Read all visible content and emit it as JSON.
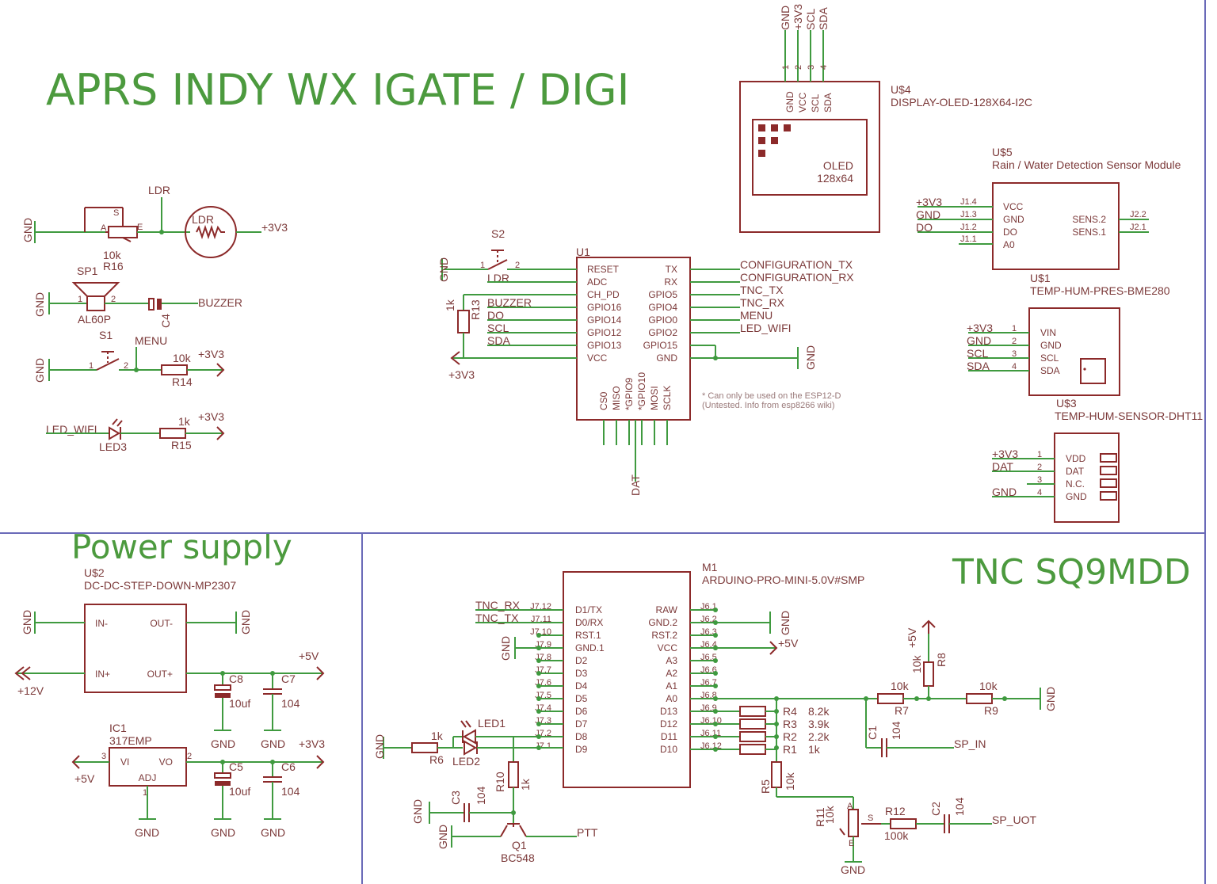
{
  "titles": {
    "main": "APRS INDY WX IGATE / DIGI",
    "power": "Power  supply",
    "tnc": "TNC SQ9MDD"
  },
  "nets": {
    "gnd": "GND",
    "v33": "+3V3",
    "v5": "+5V",
    "v12": "+12V",
    "ldr": "LDR",
    "buzzer": "BUZZER",
    "menu": "MENU",
    "led_wifi": "LED_WIFI",
    "do": "DO",
    "scl": "SCL",
    "sda": "SDA",
    "dat": "DAT",
    "cfg_tx": "CONFIGURATION_TX",
    "cfg_rx": "CONFIGURATION_RX",
    "tnc_tx": "TNC_TX",
    "tnc_rx": "TNC_RX",
    "sp_in": "SP_IN",
    "sp_out": "SP_UOT",
    "ptt": "PTT"
  },
  "oled": {
    "ref": "U$4",
    "part": "DISPLAY-OLED-128X64-I2C",
    "pins": [
      "GND",
      "+3V3",
      "SCL",
      "SDA"
    ],
    "pin_nums": [
      "1",
      "2",
      "3",
      "4"
    ],
    "inner_pins": [
      "GND",
      "VCC",
      "SCL",
      "SDA"
    ],
    "screen_l1": "OLED",
    "screen_l2": "128x64"
  },
  "rain": {
    "ref": "U$5",
    "part": "Rain / Water Detection Sensor Module",
    "left_nets": [
      "+3V3",
      "GND",
      "DO"
    ],
    "left_pins": [
      "J1.4",
      "J1.3",
      "J1.2",
      "J1.1"
    ],
    "inner_left": [
      "VCC",
      "GND",
      "DO",
      "A0"
    ],
    "inner_right": [
      "SENS.2",
      "SENS.1"
    ],
    "right_pins": [
      "J2.2",
      "J2.1"
    ]
  },
  "bme": {
    "ref": "U$1",
    "part": "TEMP-HUM-PRES-BME280",
    "nets": [
      "+3V3",
      "GND",
      "SCL",
      "SDA"
    ],
    "nums": [
      "1",
      "2",
      "3",
      "4"
    ],
    "pins": [
      "VIN",
      "GND",
      "SCL",
      "SDA"
    ]
  },
  "dht": {
    "ref": "U$3",
    "part": "TEMP-HUM-SENSOR-DHT11",
    "nets": [
      "+3V3",
      "DAT",
      "GND"
    ],
    "nums": [
      "1",
      "2",
      "3",
      "4"
    ],
    "pins": [
      "VDD",
      "DAT",
      "N.C.",
      "GND"
    ]
  },
  "esp": {
    "ref": "U1",
    "left_pins": [
      "RESET",
      "ADC",
      "CH_PD",
      "GPIO16",
      "GPIO14",
      "GPIO12",
      "GPIO13",
      "VCC"
    ],
    "right_pins": [
      "TX",
      "RX",
      "GPIO5",
      "GPIO4",
      "GPIO0",
      "GPIO2",
      "GPIO15",
      "GND"
    ],
    "bottom_pins": [
      "CS0",
      "MISO",
      "*GPIO9",
      "*GPIO10",
      "MOSI",
      "SCLK"
    ],
    "note1": "* Can only be used on the ESP12-D",
    "note2": "(Untested. Info from esp8266 wiki)",
    "r13_ref": "R13",
    "r13_val": "1k",
    "s2": "S2"
  },
  "left": {
    "r16_val": "10k",
    "r16_ref": "R16",
    "ldr_body": "LDR",
    "sp1": "SP1",
    "sp1_part": "AL60P",
    "c4": "C4",
    "s1": "S1",
    "r14_val": "10k",
    "r14_ref": "R14",
    "led3": "LED3",
    "r15_val": "1k",
    "r15_ref": "R15"
  },
  "power": {
    "u2_ref": "U$2",
    "u2_part": "DC-DC-STEP-DOWN-MP2307",
    "u2_pins": [
      "IN-",
      "OUT-",
      "IN+",
      "OUT+"
    ],
    "c8_ref": "C8",
    "c8_val": "10uf",
    "c7_ref": "C7",
    "c7_val": "104",
    "ic1_ref": "IC1",
    "ic1_part": "317EMP",
    "ic1_pins": [
      "VI",
      "VO",
      "ADJ"
    ],
    "ic1_nums": [
      "3",
      "2",
      "1"
    ],
    "c5_ref": "C5",
    "c5_val": "10uf",
    "c6_ref": "C6",
    "c6_val": "104"
  },
  "tnc": {
    "m1_ref": "M1",
    "m1_part": "ARDUINO-PRO-MINI-5.0V#SMP",
    "left_pins": [
      "D1/TX",
      "D0/RX",
      "RST.1",
      "GND.1",
      "D2",
      "D3",
      "D4",
      "D5",
      "D6",
      "D7",
      "D8",
      "D9"
    ],
    "left_conn": [
      "J7.12",
      "J7.11",
      "J7.10",
      "J7.9",
      "J7.8",
      "J7.7",
      "J7.6",
      "J7.5",
      "J7.4",
      "J7.3",
      "J7.2",
      "J7.1"
    ],
    "right_pins": [
      "RAW",
      "GND.2",
      "RST.2",
      "VCC",
      "A3",
      "A2",
      "A1",
      "A0",
      "D13",
      "D12",
      "D11",
      "D10"
    ],
    "right_conn": [
      "J6.1",
      "J6.2",
      "J6.3",
      "J6.4",
      "J6.5",
      "J6.6",
      "J6.7",
      "J6.8",
      "J6.9",
      "J6.10",
      "J6.11",
      "J6.12"
    ],
    "ladder": [
      {
        "ref": "R4",
        "val": "8.2k"
      },
      {
        "ref": "R3",
        "val": "3.9k"
      },
      {
        "ref": "R2",
        "val": "2.2k"
      },
      {
        "ref": "R1",
        "val": "1k"
      }
    ],
    "r7_ref": "R7",
    "r7_val": "10k",
    "r8_ref": "R8",
    "r8_val": "10k",
    "r9_ref": "R9",
    "r9_val": "10k",
    "c1_ref": "C1",
    "c1_val": "104",
    "r5_ref": "R5",
    "r5_val": "10k",
    "r11_ref": "R11",
    "r11_val": "10k",
    "r12_ref": "R12",
    "r12_val": "100k",
    "c2_ref": "C2",
    "c2_val": "104",
    "led1": "LED1",
    "led2": "LED2",
    "r6_ref": "R6",
    "r6_val": "1k",
    "r10_ref": "R10",
    "r10_val": "1k",
    "c3_ref": "C3",
    "c3_val": "104",
    "q1_ref": "Q1",
    "q1_part": "BC548"
  },
  "colors": {
    "wire": "#3f9a3f",
    "body": "#8c2a2a",
    "title": "#4c9a3e",
    "frame": "#6a6ab8"
  }
}
